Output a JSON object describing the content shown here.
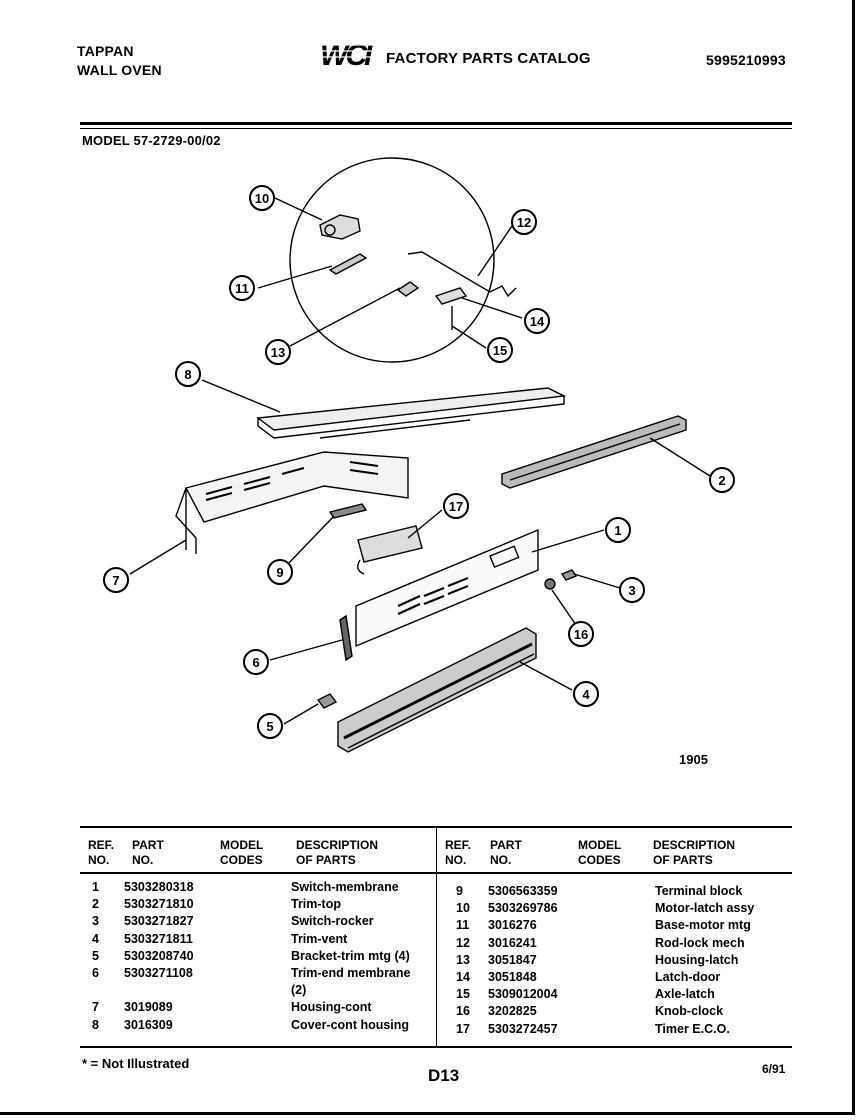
{
  "header": {
    "brand_line1": "TAPPAN",
    "brand_line2": "WALL OVEN",
    "logo_text": "WCI",
    "catalog_title": "FACTORY PARTS CATALOG",
    "catalog_number": "5995210993",
    "model": "MODEL 57-2729-00/02"
  },
  "diagram": {
    "figure_number": "1905",
    "callouts": [
      "1",
      "2",
      "3",
      "4",
      "5",
      "6",
      "7",
      "8",
      "9",
      "10",
      "11",
      "12",
      "13",
      "14",
      "15",
      "16",
      "17"
    ]
  },
  "table": {
    "headers": {
      "ref": [
        "REF.",
        "NO."
      ],
      "part": [
        "PART",
        "NO."
      ],
      "model": [
        "MODEL",
        "CODES"
      ],
      "desc": [
        "DESCRIPTION",
        "OF PARTS"
      ]
    },
    "left_rows": [
      {
        "ref": "1",
        "part": "5303280318",
        "desc": "Switch-membrane"
      },
      {
        "ref": "2",
        "part": "5303271810",
        "desc": "Trim-top"
      },
      {
        "ref": "3",
        "part": "5303271827",
        "desc": "Switch-rocker"
      },
      {
        "ref": "4",
        "part": "5303271811",
        "desc": "Trim-vent"
      },
      {
        "ref": "5",
        "part": "5303208740",
        "desc": "Bracket-trim mtg (4)"
      },
      {
        "ref": "6",
        "part": "5303271108",
        "desc": "Trim-end membrane"
      },
      {
        "ref": "",
        "part": "",
        "desc": "(2)"
      },
      {
        "ref": "7",
        "part": "3019089",
        "desc": "Housing-cont"
      },
      {
        "ref": "8",
        "part": "3016309",
        "desc": "Cover-cont housing"
      }
    ],
    "right_rows": [
      {
        "ref": "9",
        "part": "5306563359",
        "desc": "Terminal block"
      },
      {
        "ref": "10",
        "part": "5303269786",
        "desc": "Motor-latch assy"
      },
      {
        "ref": "11",
        "part": "3016276",
        "desc": "Base-motor mtg"
      },
      {
        "ref": "12",
        "part": "3016241",
        "desc": "Rod-lock mech"
      },
      {
        "ref": "13",
        "part": "3051847",
        "desc": "Housing-latch"
      },
      {
        "ref": "14",
        "part": "3051848",
        "desc": "Latch-door"
      },
      {
        "ref": "15",
        "part": "5309012004",
        "desc": "Axle-latch"
      },
      {
        "ref": "16",
        "part": "3202825",
        "desc": "Knob-clock"
      },
      {
        "ref": "17",
        "part": "5303272457",
        "desc": "Timer E.C.O."
      }
    ]
  },
  "footer": {
    "note": "* = Not Illustrated",
    "page_id": "D13",
    "date": "6/91"
  }
}
